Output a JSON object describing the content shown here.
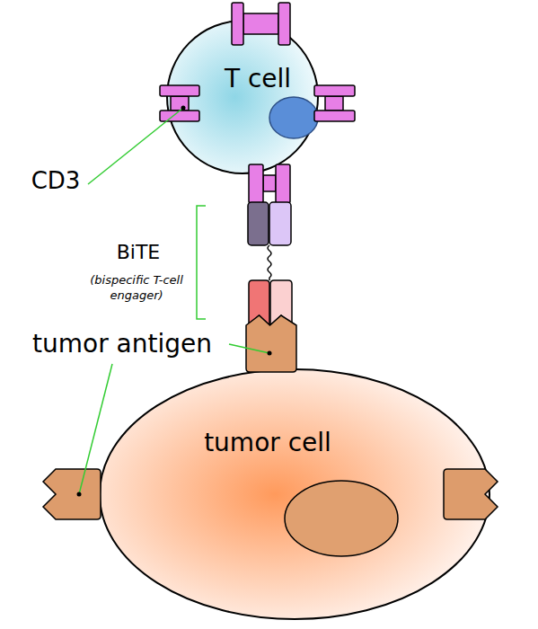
{
  "diagram": {
    "nodes": [
      {
        "text": [
          "T cell"
        ]
      },
      {
        "text": [
          "tumor cell"
        ]
      }
    ],
    "labels": [
      "CD3",
      "BiTE",
      "(bispecific T-cell engager)",
      "tumor antigen"
    ]
  }
}
